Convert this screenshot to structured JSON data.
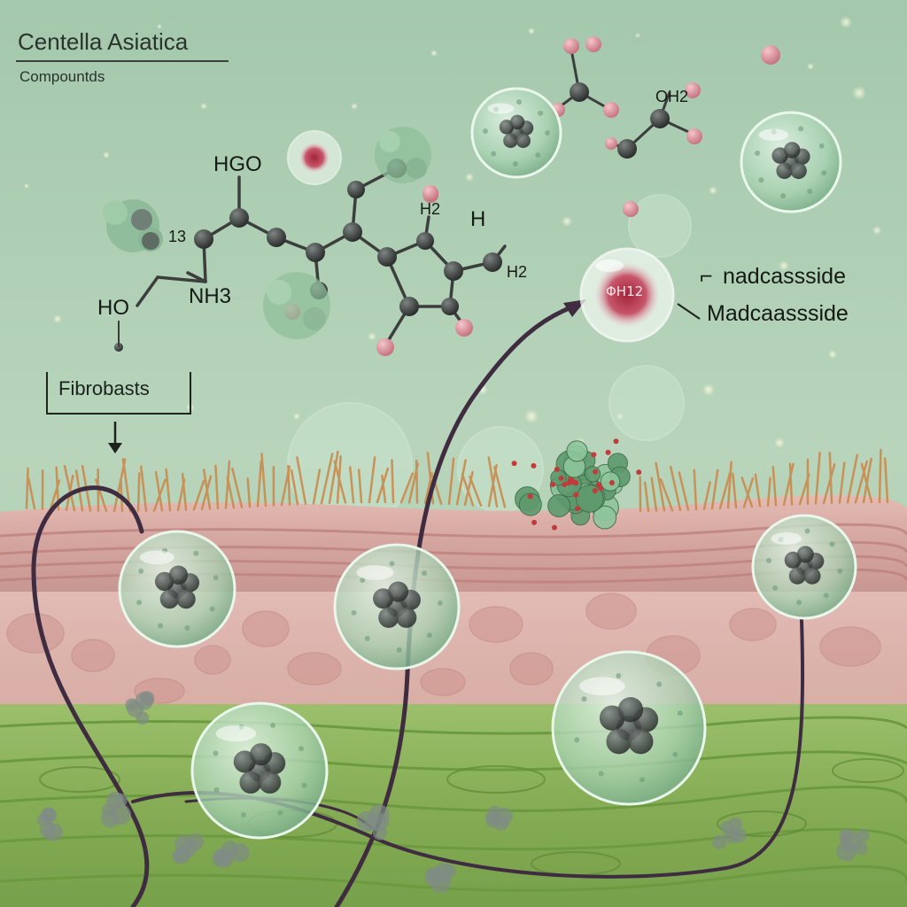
{
  "labels": {
    "title": "Centella Asiatica",
    "subtitle": "Compountds",
    "hgo": "HGO",
    "num13": "13",
    "nh3": "NH3",
    "ho": "HO",
    "h2_top": "H2",
    "h_dash": "H",
    "h2_right": "H2",
    "oh2": "OH2",
    "bubble_label": "ΦH12",
    "nadcassside": "nadcassside",
    "madcaassside": "Madcaassside",
    "fibroblasts": "Fibrobasts"
  },
  "colors": {
    "background_top": "#a6c9ae",
    "background_mid": "#b9d6bc",
    "epidermis": "#d6a9a3",
    "dermis": "#e0b8b3",
    "tissue_green": "#8ab25a",
    "fibers": "#c98a4e",
    "atom_dark": "#3c3f3e",
    "atom_pink": "#d98a92",
    "nerve": "#3d2b3d",
    "vesicle": "#bfe0c8"
  }
}
